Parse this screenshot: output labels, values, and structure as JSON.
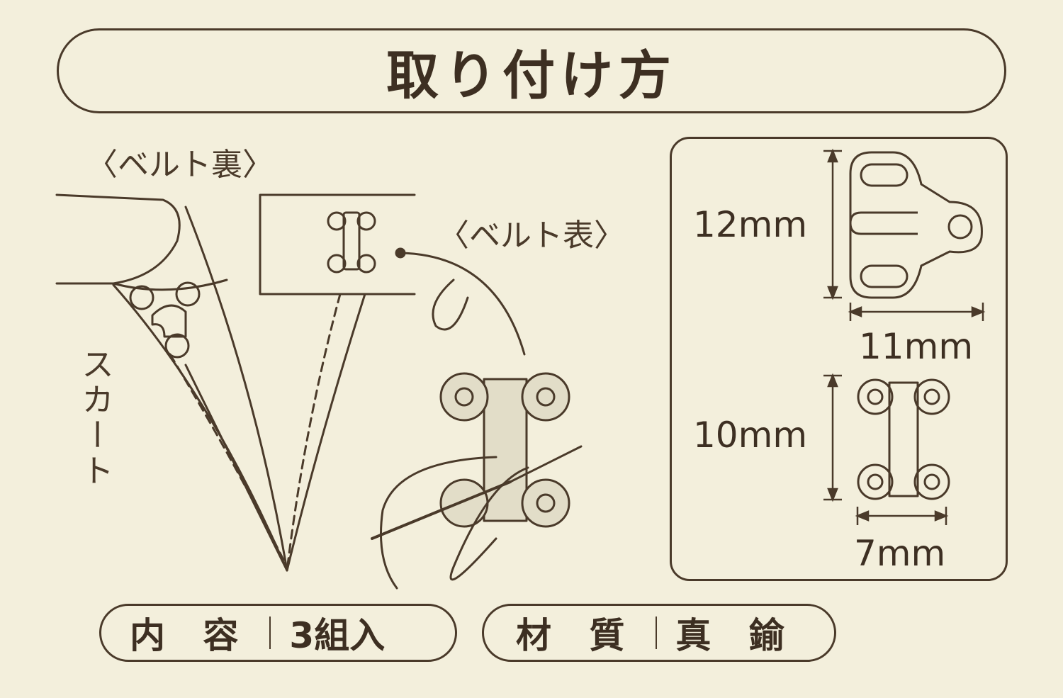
{
  "title": "取り付け方",
  "labels": {
    "belt_back": "〈ベルト裏〉",
    "belt_front": "〈ベルト表〉",
    "skirt": "スカート"
  },
  "dimensions": {
    "hook_height": "12mm",
    "hook_width": "11mm",
    "eye_height": "10mm",
    "eye_width": "7mm"
  },
  "info": {
    "contents_key": "内 容",
    "contents_value": "3組入",
    "material_key": "材 質",
    "material_value": "真 鍮"
  },
  "colors": {
    "background": "#f3efdc",
    "line": "#4a3a2a",
    "text": "#3d2f22"
  }
}
